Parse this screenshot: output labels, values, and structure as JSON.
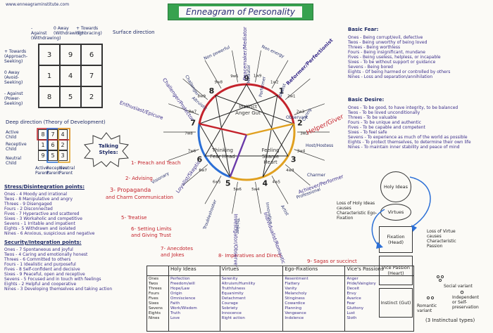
{
  "url": "www.enneagraminstitute.com",
  "title": "Enneagram of Personality",
  "surface": {
    "label": "Surface direction",
    "columns": [
      "- Against (Withdrawing)",
      "0 Away (Withdrawing)",
      "+ Towards (Embracing)"
    ],
    "rows": [
      "+ Towards (Approach-Seeking)",
      "0 Away (Avoid-Seeking)",
      "- Against (Power-Seeking)"
    ],
    "grid": [
      "3",
      "9",
      "6",
      "1",
      "4",
      "7",
      "8",
      "5",
      "2"
    ]
  },
  "deep": {
    "label": "Deep direction (Theory of Development)",
    "rows": [
      "Active Child",
      "Receptive Child",
      "Neutral Child"
    ],
    "cols": [
      "Active Parent",
      "Receptive Parent",
      "Neutral Parent"
    ],
    "grid": [
      "8",
      "7",
      "4",
      "1",
      "6",
      "2",
      "9",
      "5",
      "3"
    ]
  },
  "styles": {
    "bubble": "Talking Styles:",
    "items": [
      "1- Preach and Teach",
      "2- Advising",
      "3- Propaganda",
      "and Charm Communication",
      "5- Treatise",
      "6- Setting Limits and Giving Trust",
      "7- Anecdotes and Jokes",
      "8- Imperatives and Direct",
      "9- Sagas or succinct"
    ]
  },
  "stress": {
    "heading": "Stress/Disintegration points:",
    "items": [
      "Ones - 4 Moody and irrational",
      "Twos - 8 Manipulative and angry",
      "Threes - 9 Disengaged",
      "Fours - 2 Disconnected",
      "Fives - 7 Hyperactive and scattered",
      "Sixes - 3 Workaholic and competitive",
      "Sevens - 1 Irritable and impatient",
      "Eights - 5 Withdrawn and isolated",
      "Nines - 6 Anxious, suspicious and negative"
    ]
  },
  "security": {
    "heading": "Security/Integration points:",
    "items": [
      "Ones - 7 Spontaneous and joyful",
      "Twos - 4 Caring and emotionally honest",
      "Threes - 6 Committed to others",
      "Fours - 1 Idealistic and purposeful",
      "Fives - 8 Self-confident and decisive",
      "Sixes - 9 Peaceful, open and receptive",
      "Sevens - 5 Focused and in touch with feelings",
      "Eights - 2 Helpful and cooperative",
      "Nines - 3 Developing themselves and taking action"
    ]
  },
  "fear": {
    "heading": "Basic Fear:",
    "items": [
      "Ones - Being corrupt/evil, defective",
      "Twos - Being unworthy of being loved",
      "Threes - Being worthless",
      "Fours - Being insignificant, mundane",
      "Fives - Being useless, helpless, or incapable",
      "Sixes - To be without support or guidance",
      "Sevens - Being bored",
      "Eights - Of being harmed or controlled by others",
      "Nines - Loss and separation/annihilation"
    ]
  },
  "desire": {
    "heading": "Basic Desire:",
    "items": [
      "Ones - To be good, to have integrity, to be balanced",
      "Twos - To be loved unconditionally",
      "Threes - To be valuable",
      "Fours - To be unique and authentic",
      "Fives - To be capable and competent",
      "Sixes - To feel safe",
      "Sevens - To experience as much of the world as possible",
      "Eights - To protect themselves, to determine their own life",
      "Nines - To maintain inner stability and peace of mind"
    ]
  },
  "types": [
    {
      "num": "1",
      "name": "Reformer/Perfectionist"
    },
    {
      "num": "2",
      "name": "Helper/Giver"
    },
    {
      "num": "3",
      "name": "Achiever/Performer"
    },
    {
      "num": "4",
      "name": "Individualist/Romantic"
    },
    {
      "num": "5",
      "name": "Investigator/Observer"
    },
    {
      "num": "6",
      "name": "Loyalist/Skeptic"
    },
    {
      "num": "7",
      "name": "Enthusiast/Epicure"
    },
    {
      "num": "8",
      "name": "Challenger/Protector"
    },
    {
      "num": "9",
      "name": "Peacemaker/Mediator"
    }
  ],
  "wings": [
    "9w1",
    "1w9",
    "1w2",
    "2w1",
    "2w3",
    "3w2",
    "3w4",
    "4w3",
    "4w5",
    "5w4",
    "5w6",
    "6w5",
    "6w7",
    "7w6",
    "7w8",
    "8w7",
    "8w9",
    "9w8"
  ],
  "triads": {
    "gut": "Instinct Anger Gut",
    "heart": "Feeling Shame Heart",
    "head": "Thinking Fear Head"
  },
  "spokes": [
    "Non powerful",
    "Non energy",
    "Idealist",
    "Caring",
    "Host/Hostess",
    "Professional",
    "Artist",
    "Innovative",
    "Thinker",
    "Troubleshooter",
    "Visionary",
    "Challenger",
    "Mediator",
    "Observant",
    "Altruistic",
    "Performer",
    "Charmer"
  ],
  "table": {
    "headers": [
      "",
      "Holy Ideas",
      "Virtues",
      "Ego-Fixations",
      "Vice's Passions"
    ],
    "rows": [
      [
        "Ones",
        "Perfection",
        "Serenity",
        "Resentment",
        "Anger"
      ],
      [
        "Twos",
        "Freedom/will",
        "Altruism/Humility",
        "Flattery",
        "Pride/Vainglory"
      ],
      [
        "Threes",
        "Hope/Law",
        "Truthfulness",
        "Vanity",
        "Deceit"
      ],
      [
        "Fours",
        "Origin",
        "Equanimity",
        "Melancholy",
        "Envy"
      ],
      [
        "Fives",
        "Omniscience",
        "Detachment",
        "Stinginess",
        "Avarice"
      ],
      [
        "Sixes",
        "Faith",
        "Courage",
        "Cowardice",
        "Fear"
      ],
      [
        "Sevens",
        "Work/Wisdom",
        "Sobriety",
        "Planning",
        "Gluttony"
      ],
      [
        "Eights",
        "Truth",
        "Innocence",
        "Vengeance",
        "Lust"
      ],
      [
        "Nines",
        "Love",
        "Right action",
        "Indolence",
        "Sloth"
      ]
    ]
  },
  "flow": {
    "holy": "Holy Ideas",
    "virtues": "Virtues",
    "loss": "Loss of Holy Ideas causes Characteristic Ego-Fixation",
    "fixation": "Fixation (Head)",
    "vice": "Vice Passion (Heart)",
    "instinct": "Instinct (Gut)",
    "lossv": "Loss of Virtue causes Characteristic Passion"
  },
  "instincts": {
    "social": "Social variant",
    "romantic": "Romantic variant",
    "independent": "Independent or Self-preservation",
    "label": "(3 Instinctual types)"
  }
}
